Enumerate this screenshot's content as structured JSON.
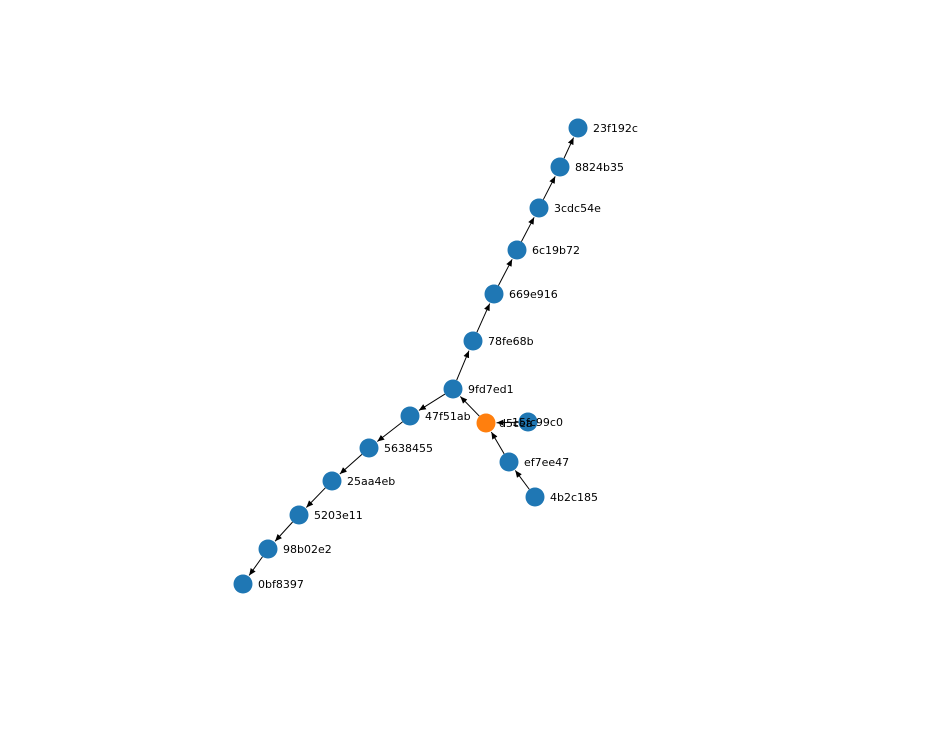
{
  "colors": {
    "node_default": "#1f77b4",
    "node_highlight": "#ff7f0e",
    "edge": "#000000"
  },
  "graph": {
    "nodes": [
      {
        "id": "23f192c",
        "label": "23f192c",
        "highlight": false
      },
      {
        "id": "8824b35",
        "label": "8824b35",
        "highlight": false
      },
      {
        "id": "3cdc54e",
        "label": "3cdc54e",
        "highlight": false
      },
      {
        "id": "6c19b72",
        "label": "6c19b72",
        "highlight": false
      },
      {
        "id": "669e916",
        "label": "669e916",
        "highlight": false
      },
      {
        "id": "78fe68b",
        "label": "78fe68b",
        "highlight": false
      },
      {
        "id": "9fd7ed1",
        "label": "9fd7ed1",
        "highlight": false
      },
      {
        "id": "47f51ab",
        "label": "47f51ab",
        "highlight": false
      },
      {
        "id": "5638455",
        "label": "5638455",
        "highlight": false
      },
      {
        "id": "25aa4eb",
        "label": "25aa4eb",
        "highlight": false
      },
      {
        "id": "5203e11",
        "label": "5203e11",
        "highlight": false
      },
      {
        "id": "98b02e2",
        "label": "98b02e2",
        "highlight": false
      },
      {
        "id": "0bf8397",
        "label": "0bf8397",
        "highlight": false
      },
      {
        "id": "15fc99c0",
        "label": "15fc99c0",
        "highlight": false
      },
      {
        "id": "d5cea",
        "label": "d5cea",
        "highlight": true
      },
      {
        "id": "ef7ee47",
        "label": "ef7ee47",
        "highlight": false
      },
      {
        "id": "4b2c185",
        "label": "4b2c185",
        "highlight": false
      }
    ],
    "edges": [
      {
        "from": "8824b35",
        "to": "23f192c"
      },
      {
        "from": "3cdc54e",
        "to": "8824b35"
      },
      {
        "from": "6c19b72",
        "to": "3cdc54e"
      },
      {
        "from": "669e916",
        "to": "6c19b72"
      },
      {
        "from": "78fe68b",
        "to": "669e916"
      },
      {
        "from": "9fd7ed1",
        "to": "78fe68b"
      },
      {
        "from": "9fd7ed1",
        "to": "47f51ab"
      },
      {
        "from": "47f51ab",
        "to": "5638455"
      },
      {
        "from": "5638455",
        "to": "25aa4eb"
      },
      {
        "from": "25aa4eb",
        "to": "5203e11"
      },
      {
        "from": "5203e11",
        "to": "98b02e2"
      },
      {
        "from": "98b02e2",
        "to": "0bf8397"
      },
      {
        "from": "d5cea",
        "to": "9fd7ed1"
      },
      {
        "from": "15fc99c0",
        "to": "d5cea"
      },
      {
        "from": "ef7ee47",
        "to": "d5cea"
      },
      {
        "from": "4b2c185",
        "to": "ef7ee47"
      }
    ]
  }
}
